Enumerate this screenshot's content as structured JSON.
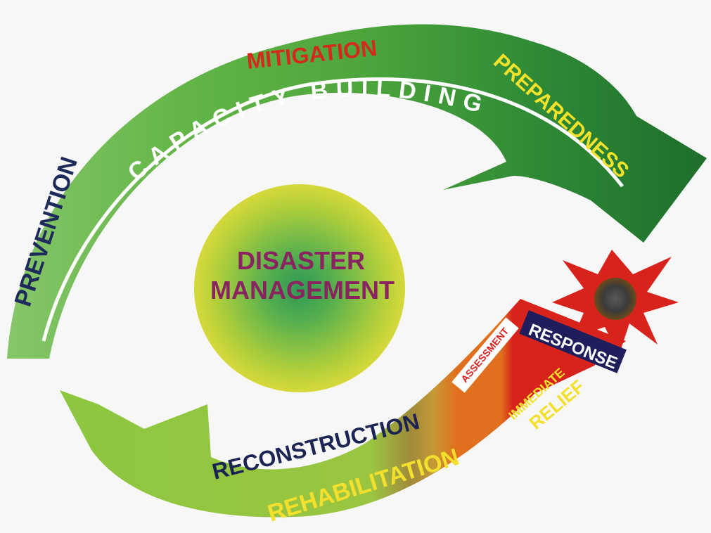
{
  "center": {
    "line1": "DISASTER",
    "line2": "MANAGEMENT"
  },
  "upper_cycle": {
    "prevention": "PREVENTION",
    "mitigation": "MITIGATION",
    "preparedness": "PREPAREDNESS",
    "capacity_building": "CAPACITY BUILDING"
  },
  "lower_cycle": {
    "response": "RESPONSE",
    "assessment": "ASSESSMENT",
    "immediate_relief_line1": "IMMEDIATE",
    "immediate_relief_line2": "RELIEF",
    "reconstruction": "RECONSTRUCTION",
    "rehabilitation": "REHABILITATION"
  },
  "colors": {
    "prevention_text": "#1e2a5a",
    "mitigation_text": "#d42a1e",
    "preparedness_text": "#f2e22a",
    "capacity_text": "#ffffff",
    "center_text": "#8a2461",
    "response_bg": "#1f1d5c",
    "relief_red": "#d8221c",
    "assessment_orange": "#e1701e",
    "rehab_text": "#f3e02c",
    "reconstruction_text": "#1b2452"
  }
}
